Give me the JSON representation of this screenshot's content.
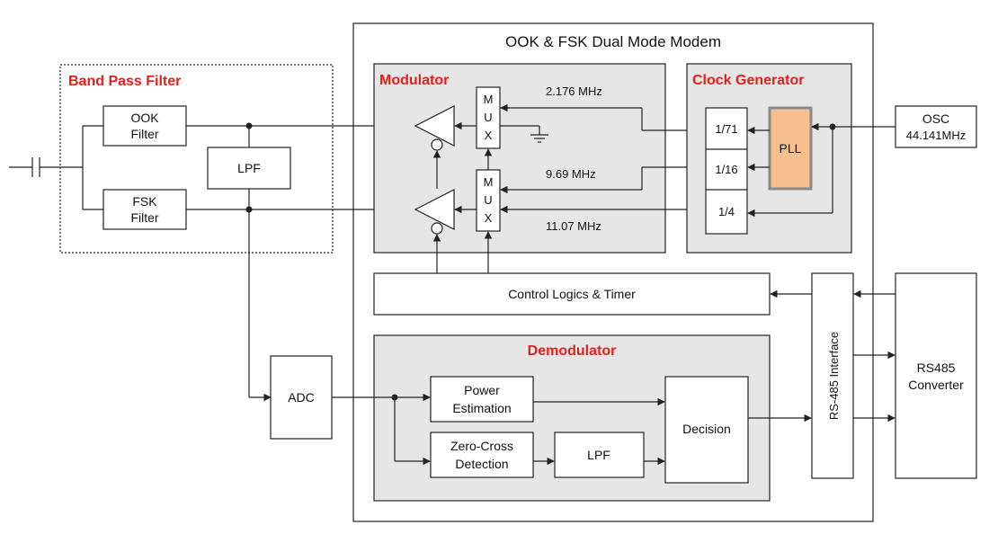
{
  "colors": {
    "section_title": "#e3201b",
    "pll_fill": "#f7c08e",
    "pll_stroke": "#8a8a8a",
    "shade": "#e6e6e6"
  },
  "modem": {
    "title": "OOK & FSK Dual Mode Modem"
  },
  "band_pass_filter": {
    "title": "Band Pass Filter",
    "ook_filter": [
      "OOK",
      "Filter"
    ],
    "fsk_filter": [
      "FSK",
      "Filter"
    ],
    "lpf": "LPF"
  },
  "modulator": {
    "title": "Modulator",
    "mux": [
      "M",
      "U",
      "X"
    ],
    "freq_top": "2.176 MHz",
    "freq_mid": "9.69 MHz",
    "freq_bottom": "11.07 MHz"
  },
  "clock_generator": {
    "title": "Clock Generator",
    "div_71": "1/71",
    "div_16": "1/16",
    "div_4": "1/4",
    "pll": "PLL"
  },
  "osc": {
    "label": "OSC",
    "freq": "44.141MHz"
  },
  "control": {
    "label": "Control Logics & Timer"
  },
  "rs485_interface": {
    "label": "RS-485 Interface"
  },
  "rs485_converter": [
    "RS485",
    "Converter"
  ],
  "adc": {
    "label": "ADC"
  },
  "demodulator": {
    "title": "Demodulator",
    "power_estimation": [
      "Power",
      "Estimation"
    ],
    "zero_cross": [
      "Zero-Cross",
      "Detection"
    ],
    "lpf": "LPF",
    "decision": "Decision"
  }
}
